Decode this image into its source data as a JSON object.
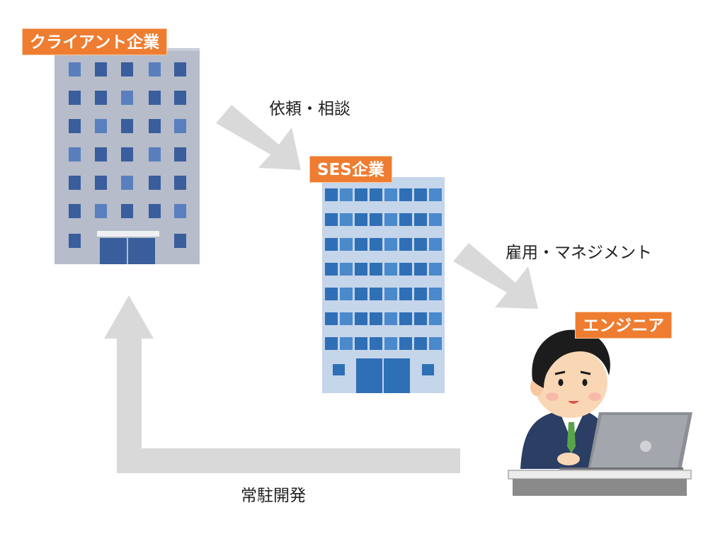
{
  "nodes": {
    "client": {
      "label": "クライアント企業"
    },
    "ses": {
      "label": "SES企業"
    },
    "engineer": {
      "label": "エンジニア"
    }
  },
  "edges": {
    "client_to_ses": {
      "label": "依頼・相談"
    },
    "ses_to_engineer": {
      "label": "雇用・マネジメント"
    },
    "engineer_to_client": {
      "label": "常駐開発"
    }
  },
  "colors": {
    "badge": "#ee7d31",
    "arrow": "#d9d9d9",
    "client_building": "#b6bcc9",
    "client_window": "#3a5d9c",
    "ses_building": "#c5d5ea",
    "ses_window": "#2f6fb6"
  }
}
